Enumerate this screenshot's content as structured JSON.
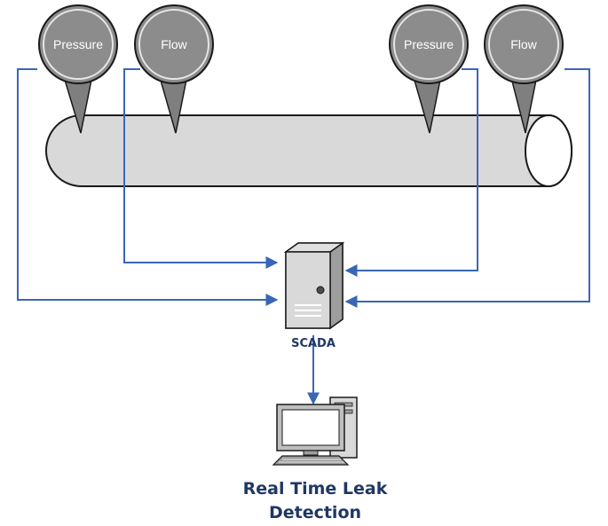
{
  "sensors": [
    {
      "label": "Pressure"
    },
    {
      "label": "Flow"
    },
    {
      "label": "Pressure"
    },
    {
      "label": "Flow"
    }
  ],
  "scada": {
    "label": "SCADA"
  },
  "detection": {
    "title_line1": "Real Time Leak",
    "title_line2": "Detection"
  },
  "colors": {
    "wire": "#3a66b7",
    "gauge_fill": "#8c8c8c",
    "pipe_fill": "#d9d9d9",
    "label_text": "#1f3864"
  }
}
